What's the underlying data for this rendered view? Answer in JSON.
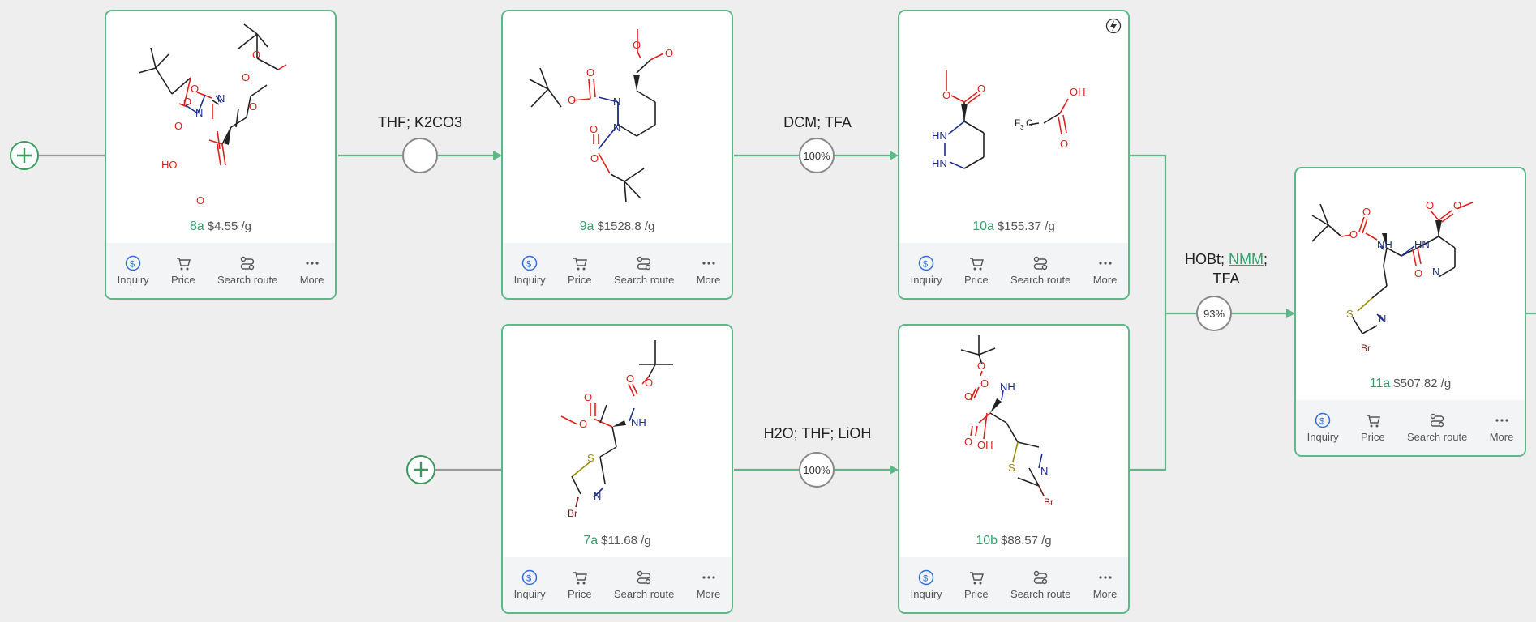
{
  "colors": {
    "accent": "#2fa36b",
    "border": "#5cb887",
    "oxygen": "#e0201b",
    "nitrogen": "#1c2d8f",
    "sulfur": "#9a8a00",
    "bromine": "#7a1c1c"
  },
  "actions": {
    "inquiry": "Inquiry",
    "price": "Price",
    "search_route": "Search route",
    "more": "More"
  },
  "icons": {
    "inquiry": "dollar-chat-icon",
    "price": "cart-icon",
    "search_route": "route-icon",
    "more": "ellipsis-icon",
    "add": "plus-circle-icon",
    "flash": "lightning-icon"
  },
  "compounds": [
    {
      "id": "8a",
      "price": "$4.55 /g"
    },
    {
      "id": "9a",
      "price": "$1528.8 /g"
    },
    {
      "id": "10a",
      "price": "$155.37 /g"
    },
    {
      "id": "7a",
      "price": "$11.68 /g"
    },
    {
      "id": "10b",
      "price": "$88.57 /g"
    },
    {
      "id": "11a",
      "price": "$507.82 /g"
    }
  ],
  "reactions": [
    {
      "conditions": "THF; K2CO3",
      "yield": ""
    },
    {
      "conditions": "DCM; TFA",
      "yield": "100%"
    },
    {
      "conditions": "H2O; THF; LiOH",
      "yield": "100%"
    },
    {
      "conditions_pre": "HOBt; ",
      "conditions_link": "NMM",
      "conditions_post": ";",
      "conditions_line2": "TFA",
      "yield": "93%"
    }
  ]
}
